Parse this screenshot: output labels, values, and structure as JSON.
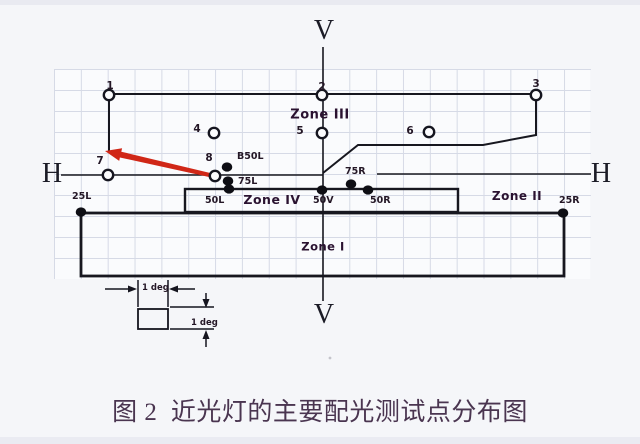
{
  "diagram": {
    "title_caption": "图 2  近光灯的主要配光测试点分布图",
    "axes": {
      "vertical_label": "V",
      "horizontal_label": "H"
    },
    "zones": {
      "zone_i": "Zone I",
      "zone_ii": "Zone II",
      "zone_iii": "Zone III",
      "zone_iv": "Zone IV"
    },
    "numbered_points": {
      "p1": "1",
      "p2": "2",
      "p3": "3",
      "p4": "4",
      "p5": "5",
      "p6": "6",
      "p7": "7",
      "p8": "8"
    },
    "test_points": {
      "b50l": "B50L",
      "l75": "75L",
      "l50": "50L",
      "v50": "50V",
      "r50": "50R",
      "r75": "75R",
      "l25": "25L",
      "r25": "25R"
    },
    "dimension_legend": {
      "width_label": "1 deg",
      "height_label": "1 deg"
    },
    "colors": {
      "background": "#f5f6f9",
      "grid_line": "#d6dae6",
      "diagram_line": "#17171f",
      "label_text": "#241726",
      "zone_text": "#2a1230",
      "caption_text": "#4a3550",
      "arrow_red": "#d02717"
    }
  }
}
